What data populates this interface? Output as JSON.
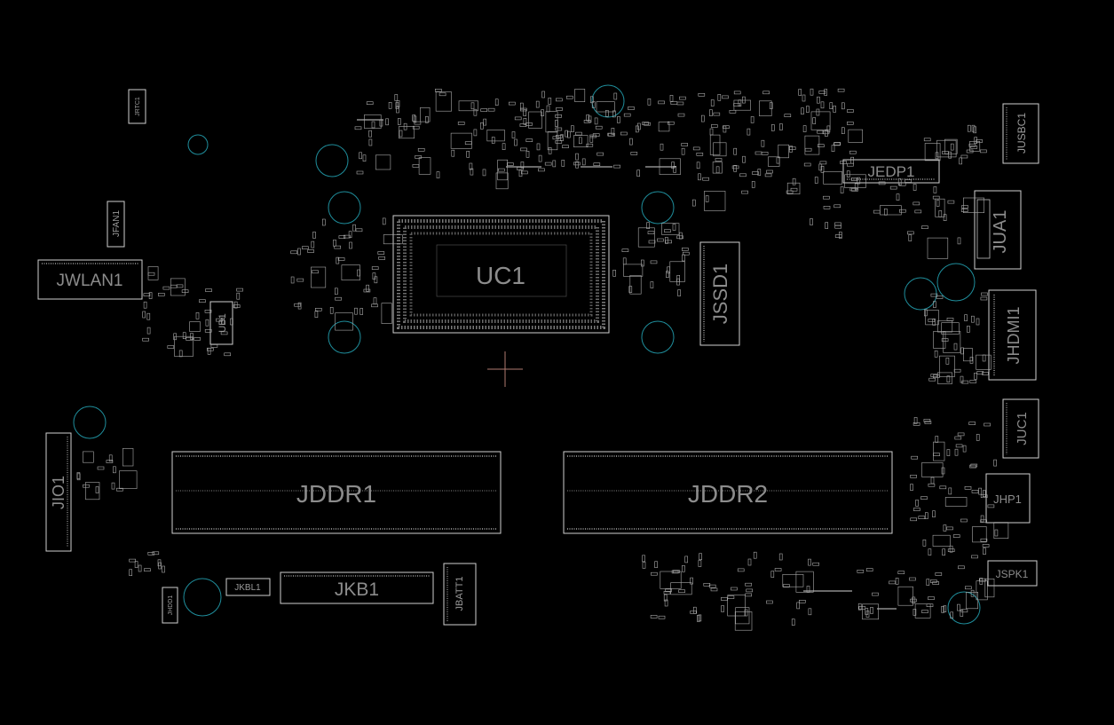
{
  "board": {
    "background_color": "#000000",
    "silkscreen_color": "#cfcfcf",
    "hole_color": "#1f8e9c",
    "cursor_color": "#b07a70"
  },
  "components": {
    "uc1": "UC1",
    "jddr1": "JDDR1",
    "jddr2": "JDDR2",
    "jkb1": "JKB1",
    "jwlan1": "JWLAN1",
    "jssd1": "JSSD1",
    "jedp1": "JEDP1",
    "jua1": "JUA1",
    "jhdmi1": "JHDMI1",
    "jusbc1": "JUSBC1",
    "juc1": "JUC1",
    "jhp1": "JHP1",
    "jspk1": "JSPK1",
    "jio1": "JIO1",
    "jfan1": "JFAN1",
    "ub1": "UB1",
    "jrtc1": "JRTC1",
    "jkbl1": "JKBL1",
    "jbatt1": "JBATT1",
    "jhdd1": "JHDD1"
  }
}
